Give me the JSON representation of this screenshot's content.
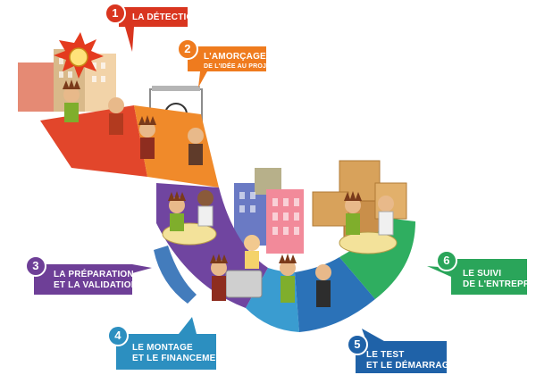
{
  "steps": [
    {
      "number": "1",
      "line1": "LA DÉTECTION",
      "line2": "",
      "color": "#d9351f"
    },
    {
      "number": "2",
      "line1": "L'AMORÇAGE",
      "line2": "DE L'IDÉE AU PROJET",
      "color": "#ef7b1e"
    },
    {
      "number": "3",
      "line1": "LA PRÉPARATION",
      "line2": "ET LA VALIDATION",
      "color": "#6e3f97"
    },
    {
      "number": "4",
      "line1": "LE MONTAGE",
      "line2": "ET LE FINANCEMENT",
      "color": "#2c8fc0"
    },
    {
      "number": "5",
      "line1": "LE TEST",
      "line2": "ET LE DÉMARRAGE",
      "color": "#1f62a8"
    },
    {
      "number": "6",
      "line1": "LE SUIVI",
      "line2": "DE L'ENTREPRISE",
      "color": "#2aa55a"
    }
  ]
}
